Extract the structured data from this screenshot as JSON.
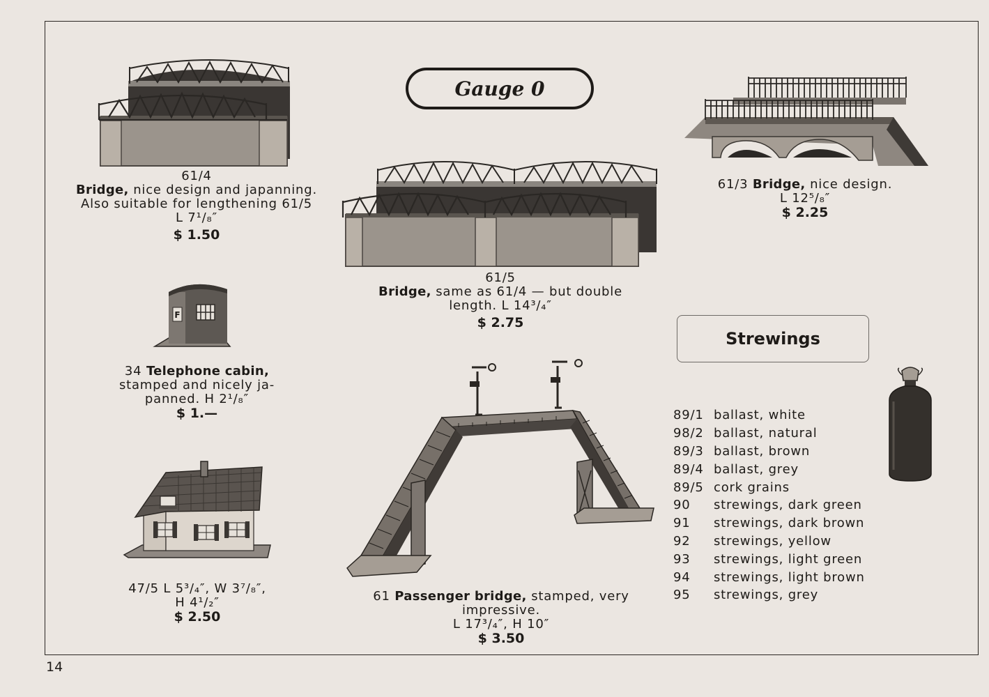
{
  "page_number": "14",
  "header": {
    "title": "Gauge 0"
  },
  "items": [
    {
      "id": "61-4",
      "num": "61/4",
      "name": "Bridge,",
      "desc1": " nice design and japanning.",
      "desc2": "Also suitable for lengthening 61/5",
      "dim": "L 7¹/₈″",
      "price": "$ 1.50"
    },
    {
      "id": "61-5",
      "num": "61/5",
      "name": "Bridge,",
      "desc1": " same as 61/4 — but double",
      "desc2": "length. L 14³/₄″",
      "price": "$ 2.75"
    },
    {
      "id": "61-3",
      "num": "61/3 ",
      "name": "Bridge,",
      "desc1": " nice design.",
      "dim": "L 12⁵/₈″",
      "price": "$ 2.25"
    },
    {
      "id": "34",
      "num": "34 ",
      "name": "Telephone cabin,",
      "desc1": "stamped and nicely ja-",
      "desc2": "panned. H 2¹/₈″",
      "price": "$ 1.—"
    },
    {
      "id": "47-5",
      "num": "47/5",
      "desc1": "  L 5³/₄″, W 3⁷/₈″,",
      "dim": "H 4¹/₂″",
      "price": "$ 2.50"
    },
    {
      "id": "61",
      "num": "61 ",
      "name": "Passenger bridge,",
      "desc1": " stamped, very impressive.",
      "dim": "L 17³/₄″, H 10″",
      "price": "$ 3.50"
    }
  ],
  "strewings": {
    "title": "Strewings",
    "rows": [
      {
        "num": "89/1",
        "label": "ballast, white"
      },
      {
        "num": "98/2",
        "label": "ballast, natural"
      },
      {
        "num": "89/3",
        "label": "ballast, brown"
      },
      {
        "num": "89/4",
        "label": "ballast, grey"
      },
      {
        "num": "89/5",
        "label": "cork grains"
      },
      {
        "num": "90",
        "label": "strewings, dark green"
      },
      {
        "num": "91",
        "label": "strewings, dark brown"
      },
      {
        "num": "92",
        "label": "strewings, yellow"
      },
      {
        "num": "93",
        "label": "strewings, light green"
      },
      {
        "num": "94",
        "label": "strewings, light brown"
      },
      {
        "num": "95",
        "label": "strewings, grey"
      }
    ]
  },
  "illustrations": {
    "bridge_61_4": "bridge-illustration",
    "bridge_61_5": "double-bridge-illustration",
    "bridge_61_3": "stone-bridge-illustration",
    "cabin_34": "telephone-cabin-illustration",
    "cabin_letter": "F",
    "house_47_5": "house-illustration",
    "passenger_bridge_61": "passenger-bridge-illustration",
    "strewings_bag": "strewings-bag-illustration"
  },
  "colors": {
    "paper": "#ebe6e1",
    "ink": "#1e1b18"
  }
}
